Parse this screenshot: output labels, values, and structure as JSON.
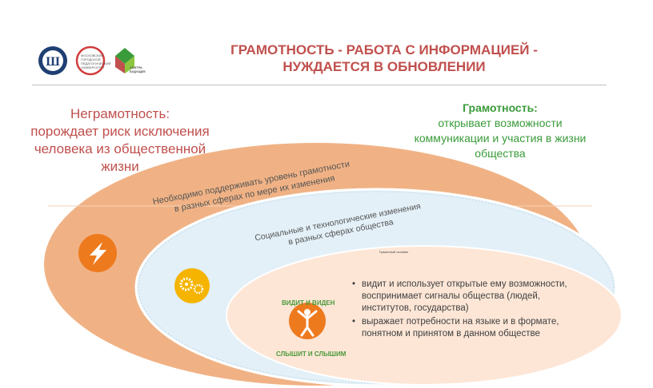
{
  "header": {
    "title_line1": "ГРАМОТНОСТЬ - РАБОТА С ИНФОРМАЦИЕЙ -",
    "title_line2": "НУЖДАЕТСЯ В ОБНОВЛЕНИИ"
  },
  "logos": {
    "hse_letter": "Ш",
    "mgpu_text": "МОСКОВСКИЙ ГОРОДСКОЙ ПЕДАГОГИЧЕСКИЙ УНИВЕРСИТЕТ",
    "future_text": "ЗАВТРА БУДУЩЕЕ"
  },
  "left_text": {
    "line1": "Неграмотность:",
    "line2": "порождает риск исключения",
    "line3": "человека из общественной",
    "line4": "жизни"
  },
  "right_text": {
    "heading": "Грамотность:",
    "line1": "открывает возможности",
    "line2": "коммуникации и участия в жизни",
    "line3": "общества"
  },
  "outer_ellipse": {
    "line1": "Необходимо поддерживать уровень грамотности",
    "line2": "в разных сферах по мере их изменения"
  },
  "middle_ellipse": {
    "line1": "Социальные и технологические изменения",
    "line2": "в разных сферах общества"
  },
  "inner_ellipse": {
    "label": "Грамотный человек",
    "top_caption": "ВИДИТ И ВИДЕН",
    "bottom_caption": "СЛЫШИТ И СЛЫШИМ",
    "bullets": [
      "видит и использует открытые ему возможности, воспринимает сигналы общества (людей, институтов, государства)",
      "выражает потребности на языке и в формате, понятном и принятом в данном обществе"
    ]
  },
  "icons": {
    "outer": "lightning-icon",
    "middle": "gears-icon",
    "inner": "person-icon"
  },
  "colors": {
    "title_red": "#c0504d",
    "green": "#3a9b3a",
    "outer_fill": "#f0b285",
    "middle_fill": "#e3f0f8",
    "inner_fill": "#fde6d6",
    "icon_orange": "#ee7a1e",
    "icon_yellow": "#f5b400"
  }
}
